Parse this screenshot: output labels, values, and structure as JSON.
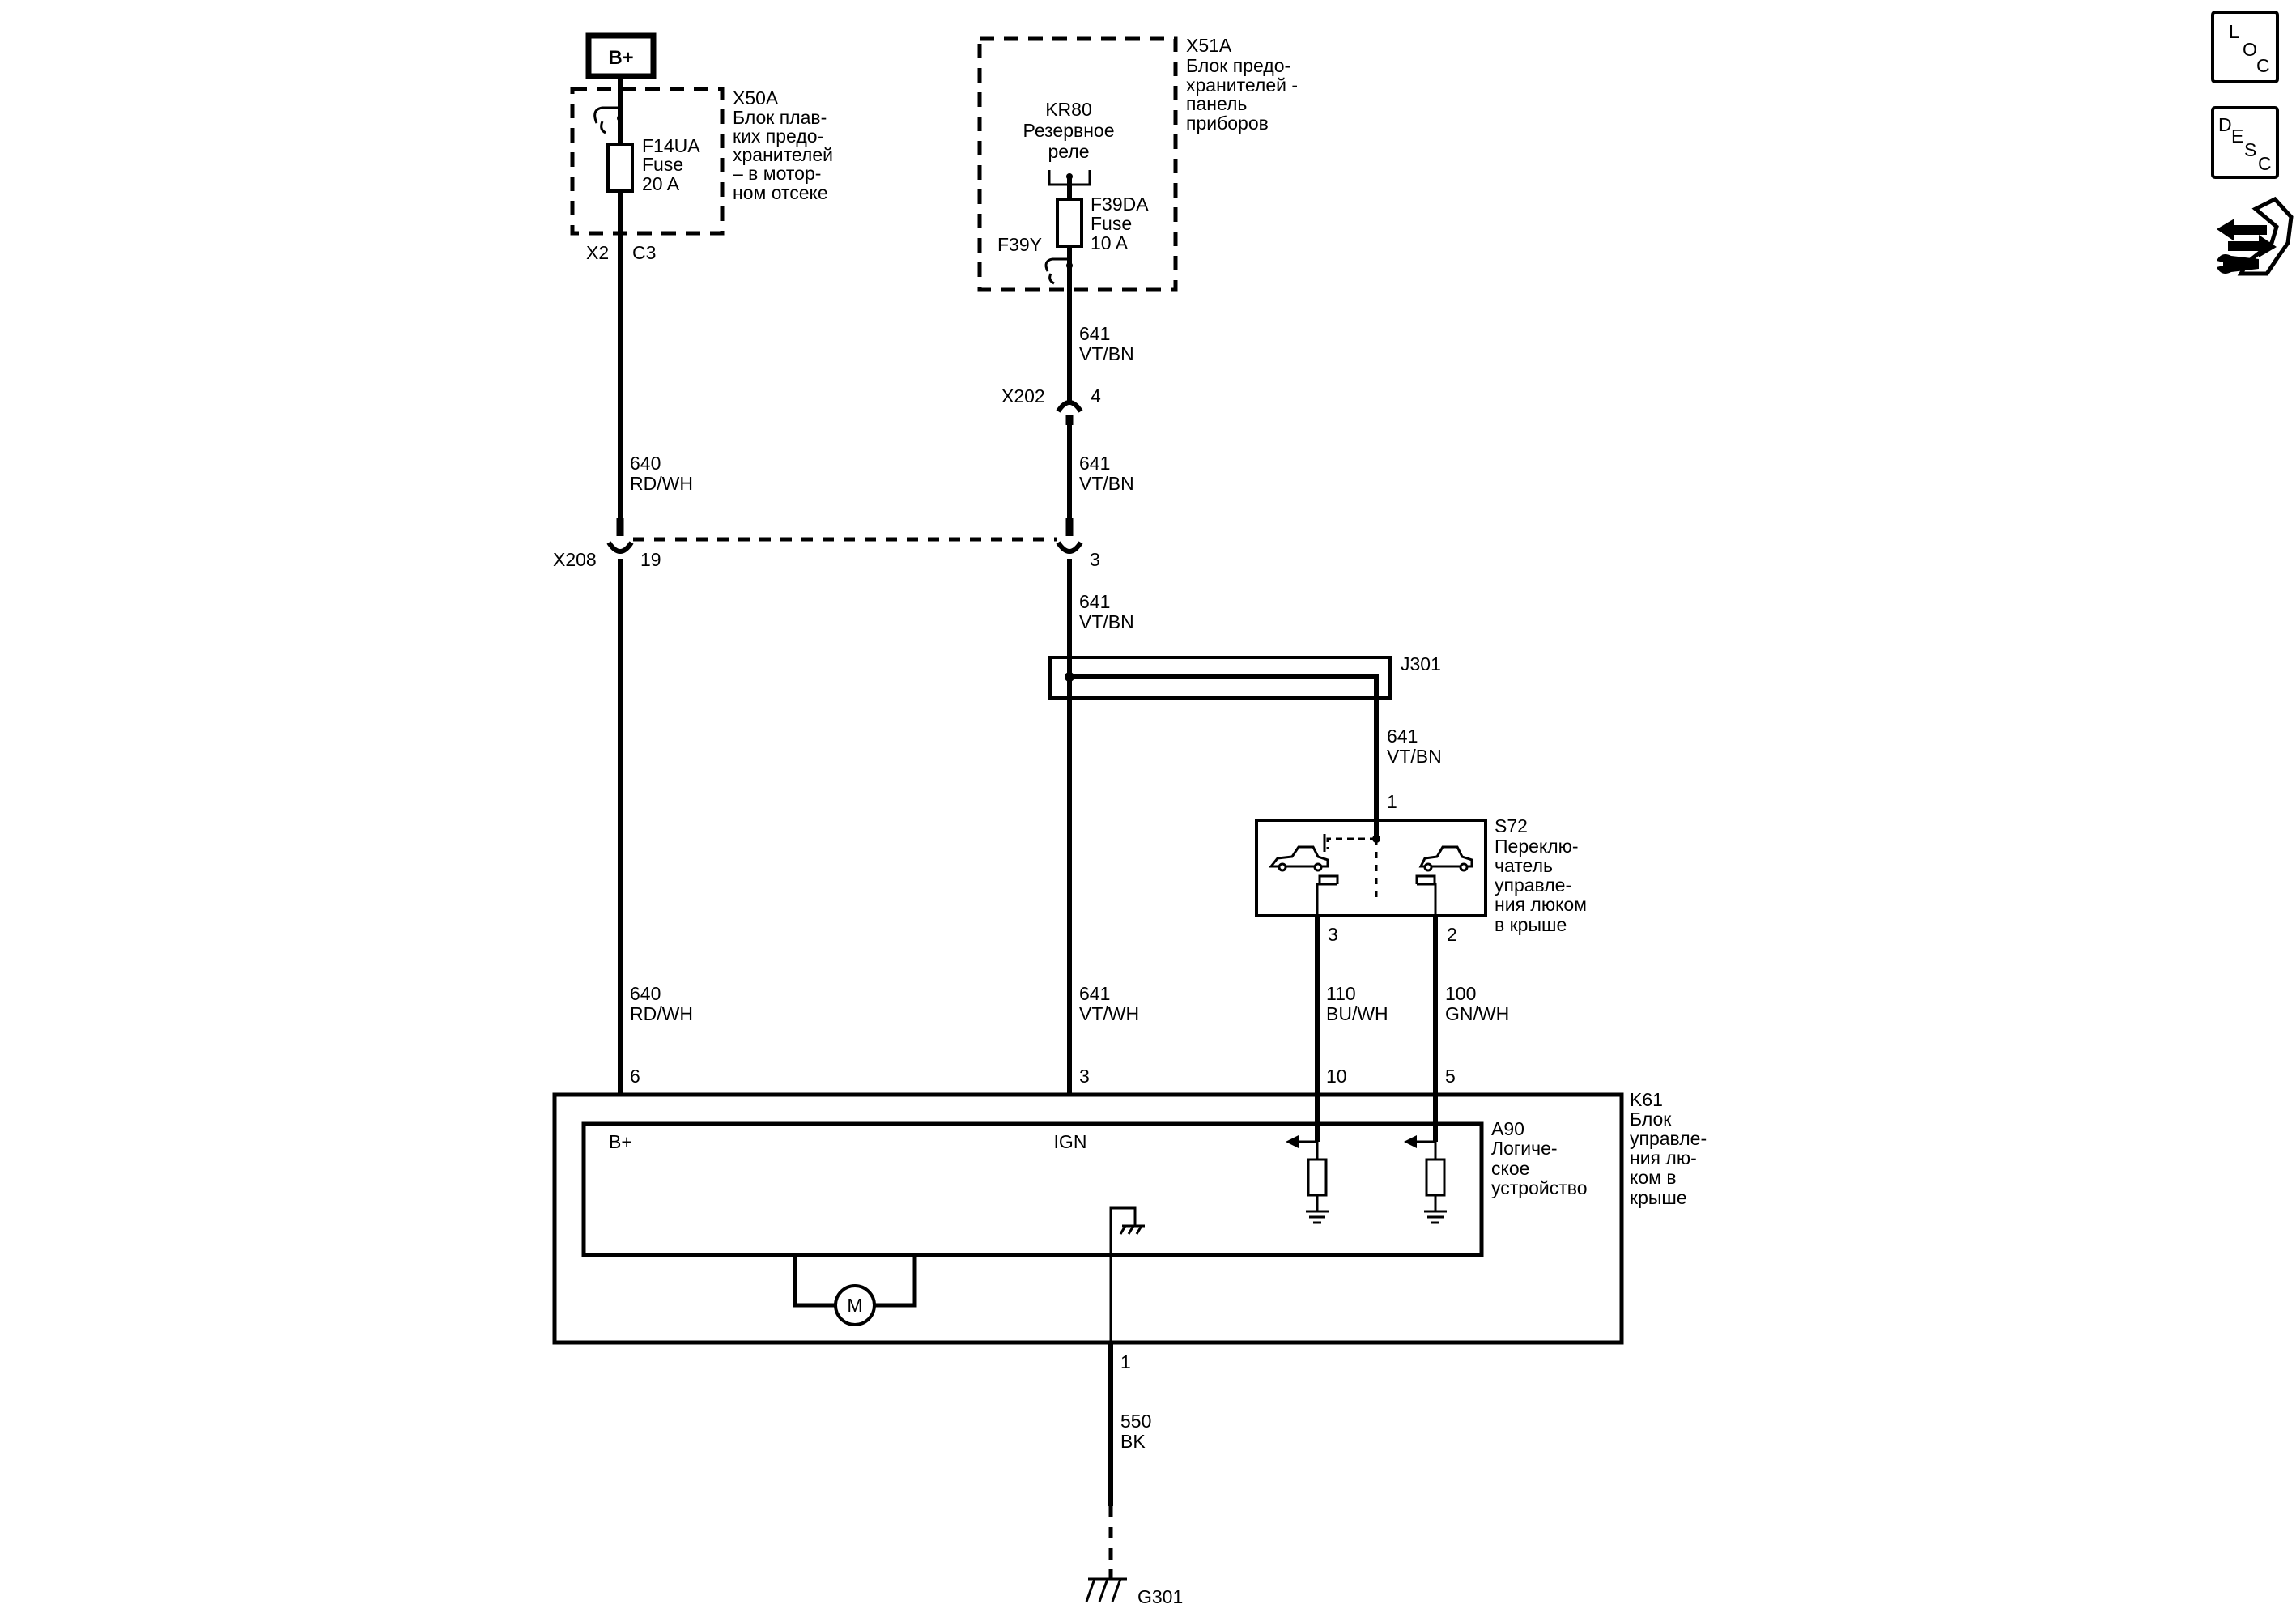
{
  "power": {
    "bplus": "B+"
  },
  "x50a": {
    "id": "X50A",
    "desc": [
      "Блок плав-",
      "ких предо-",
      "хранителей",
      "– в мотор-",
      "ном отсеке"
    ],
    "fuse": [
      "F14UA",
      "Fuse",
      "20 A"
    ],
    "pin_left": "X2",
    "pin_right": "C3"
  },
  "x51a": {
    "id": "X51A",
    "desc": [
      "Блок предо-",
      "хранителей -",
      "панель",
      "приборов"
    ],
    "relay": [
      "KR80",
      "Резервное",
      "реле"
    ],
    "fuse": [
      "F39DA",
      "Fuse",
      "10 A"
    ],
    "f39y": "F39Y"
  },
  "wires": {
    "w641_top": [
      "641",
      "VT/BN"
    ],
    "w641_mid": [
      "641",
      "VT/BN"
    ],
    "w641_j": [
      "641",
      "VT/BN"
    ],
    "w641_s72": [
      "641",
      "VT/BN"
    ],
    "w640_top": [
      "640",
      "RD/WH"
    ],
    "w640_bot": [
      "640",
      "RD/WH"
    ],
    "w641_bot": [
      "641",
      "VT/WH"
    ],
    "w110": [
      "110",
      "BU/WH"
    ],
    "w100": [
      "100",
      "GN/WH"
    ],
    "w550": [
      "550",
      "BK"
    ]
  },
  "connectors": {
    "x202": "X202",
    "x202_pin": "4",
    "x208": "X208",
    "x208_pin19": "19",
    "x208_pin3": "3",
    "j301": "J301"
  },
  "s72": {
    "id": "S72",
    "desc": [
      "Переклю-",
      "чатель",
      "управле-",
      "ния люком",
      "в крыше"
    ],
    "pin1": "1",
    "pin3": "3",
    "pin2": "2"
  },
  "k61": {
    "id": "K61",
    "desc": [
      "Блок",
      "управле-",
      "ния лю-",
      "ком в",
      "крыше"
    ],
    "pin6": "6",
    "pin3": "3",
    "pin10": "10",
    "pin5": "5",
    "pin1": "1"
  },
  "a90": {
    "id": "A90",
    "desc": [
      "Логиче-",
      "ское",
      "устройство"
    ],
    "bplus": "B+",
    "ign": "IGN",
    "motor": "M"
  },
  "ground": {
    "g301": "G301"
  },
  "nav": {
    "loc": [
      "L",
      "O",
      "C"
    ],
    "desc": [
      "D",
      "E",
      "S",
      "C"
    ]
  }
}
